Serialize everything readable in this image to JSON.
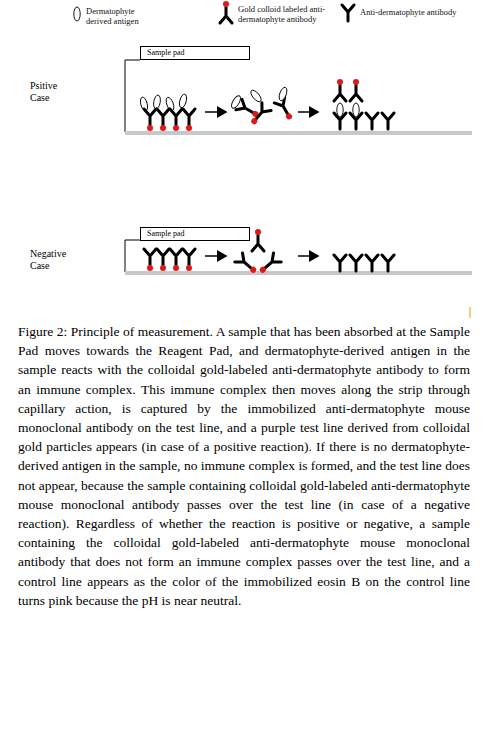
{
  "diagram": {
    "caption": "Figure 2: Principle of measurement. A sample that has been absorbed at the Sample Pad moves towards the Reagent Pad, and dermatophyte-derived antigen in the sample reacts with the colloidal gold-labeled anti-dermatophyte antibody to form an immune complex. This immune complex then moves along the strip through capillary action, is captured by the immobilized anti-dermatophyte mouse monoclonal antibody on the test line, and a purple test line derived from colloidal gold particles appears (in case of a positive reaction). If there is no dermatophyte-derived antigen in the sample, no immune complex is formed, and the test line does not appear, because the sample containing colloidal gold-labeled anti-dermatophyte mouse monoclonal antibody passes over the test line (in case of a negative reaction). Regardless of whether the reaction is positive or negative, a sample containing the colloidal gold-labeled anti-dermatophyte mouse monoclonal antibody that does not form an immune complex passes over the test line, and a control line appears as the color of the immobilized eosin B on the control line turns pink because the pH is near neutral.",
    "nodes": [
      {
        "text": [
          "Sample pad"
        ]
      },
      {
        "text": [
          "Sample pad"
        ]
      }
    ],
    "labels": [
      "Psitive Case",
      "Negative Case"
    ],
    "legend": [
      {
        "text": "Dermatophyte derived antigen"
      },
      {
        "text": "Gold colloid labeled anti-dermatophyte antibody"
      },
      {
        "text": "Anti-dermatophyte antibody"
      }
    ]
  }
}
